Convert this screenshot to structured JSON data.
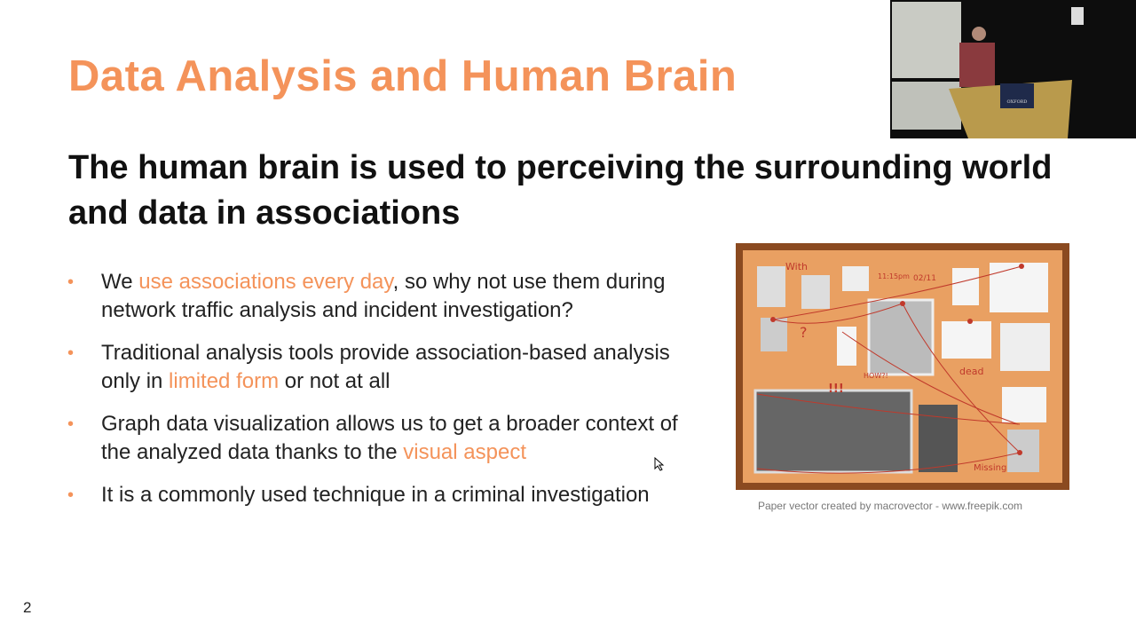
{
  "slide": {
    "title": "Data Analysis and Human Brain",
    "subtitle": "The human brain is used to perceiving the surrounding world and data in associations",
    "bullet_marker": "•",
    "bullets": [
      {
        "a": "We ",
        "hl": "use associations every day",
        "b": ", so why not use them during network traffic analysis and incident investigation?"
      },
      {
        "a": "Traditional analysis tools provide association-based analysis only in ",
        "hl": "limited form",
        "b": " or not at all"
      },
      {
        "a": "Graph data visualization allows us to get a broader context of the analyzed data thanks to the ",
        "hl": "visual aspect",
        "b": ""
      },
      {
        "a": "It is a commonly used technique in a criminal investigation",
        "hl": "",
        "b": ""
      }
    ],
    "image_caption": "Paper vector created by macrovector - www.freepik.com",
    "board_notes": {
      "with": "With",
      "time": "11:15pm",
      "date": "02/11",
      "how": "HOW?!",
      "dead": "dead",
      "exclaim": "!!!",
      "missing": "Missing",
      "question": "?"
    },
    "page_number": "2"
  },
  "video_inset": {
    "podium_label": "OXFORD"
  },
  "colors": {
    "accent": "#F4935A",
    "text": "#222222",
    "board": "#E9A062",
    "frame": "#8B4A20"
  }
}
